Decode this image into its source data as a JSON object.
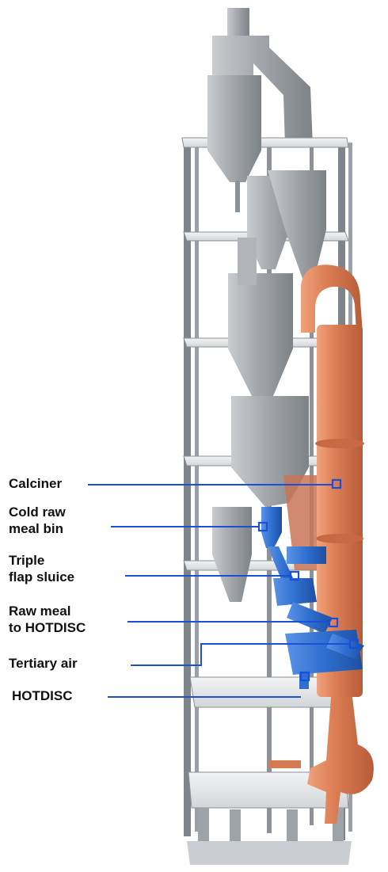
{
  "labels": {
    "calciner": "Calciner",
    "cold_raw_meal_bin": [
      "Cold raw",
      "meal bin"
    ],
    "triple_flap_sluice": [
      "Triple",
      "flap sluice"
    ],
    "raw_meal_to_hotdisc": [
      "Raw meal",
      "to HOTDISC"
    ],
    "tertiary_air": "Tertiary air",
    "hotdisc": "HOTDISC"
  },
  "colors": {
    "callout_line": "#1a4fd6",
    "highlight_equipment": "#2f6fd0",
    "calciner_duct": "#d9794f",
    "steel_structure": "#8a8f94",
    "cyclones": "#a9acaf",
    "floors": "#e4e6e8"
  }
}
